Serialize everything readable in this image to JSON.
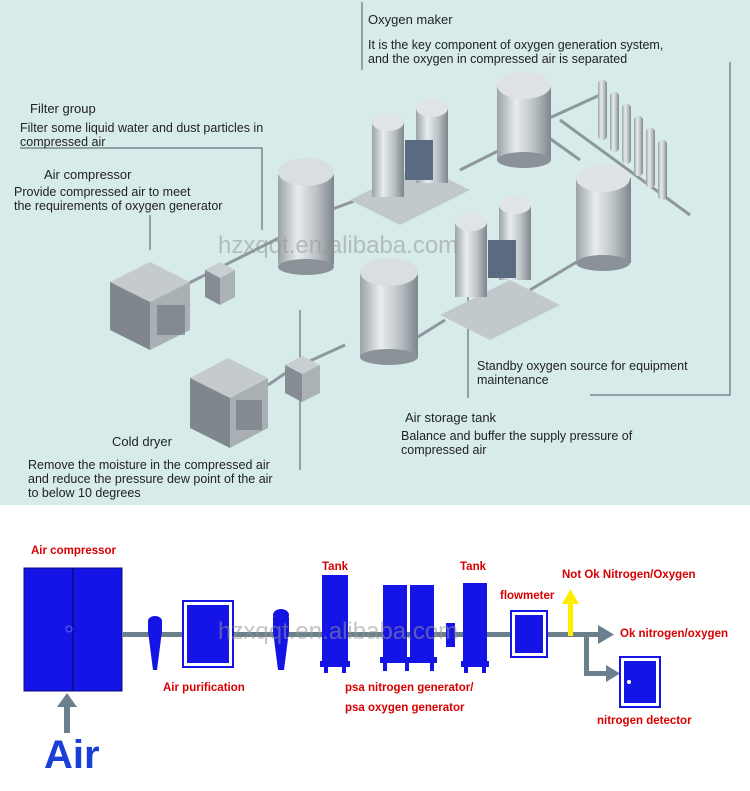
{
  "top_diagram": {
    "oxygen_maker": {
      "title": "Oxygen maker",
      "desc_line1": "It is the key component of oxygen generation system,",
      "desc_line2": "and the oxygen in compressed air is separated"
    },
    "filter_group": {
      "title": "Filter group",
      "desc_line1": "Filter some liquid water and dust particles in",
      "desc_line2": "compressed air"
    },
    "air_compressor": {
      "title": "Air compressor",
      "desc_line1": "Provide compressed air to meet",
      "desc_line2": "the requirements of oxygen generator"
    },
    "standby": {
      "desc_line1": "Standby oxygen source for equipment",
      "desc_line2": "maintenance"
    },
    "air_storage_tank": {
      "title": "Air storage tank",
      "desc_line1": "Balance and buffer the supply pressure of",
      "desc_line2": "compressed air"
    },
    "cold_dryer": {
      "title": "Cold dryer",
      "desc_line1": "Remove the moisture in the compressed air",
      "desc_line2": "and reduce the pressure dew point of the air",
      "desc_line3": "to below 10 degrees"
    },
    "watermark": "hzxqqt.en.alibaba.com"
  },
  "bottom_flow": {
    "air_compressor": "Air compressor",
    "air_purification": "Air purification",
    "tank_1": "Tank",
    "tank_2": "Tank",
    "psa_line1": "psa nitrogen generator/",
    "psa_line2": "psa oxygen generator",
    "flowmeter": "flowmeter",
    "not_ok": "Not Ok Nitrogen/Oxygen",
    "ok": "Ok nitrogen/oxygen",
    "nitrogen_detector": "nitrogen detector",
    "air": "Air",
    "watermark": "hzxqqt.en.alibaba.com",
    "colors": {
      "equipment_blue": "#1414e6",
      "label_red": "#d80000",
      "arrow_gray": "#6b7f8c",
      "arrow_yellow": "#ffee00"
    }
  }
}
